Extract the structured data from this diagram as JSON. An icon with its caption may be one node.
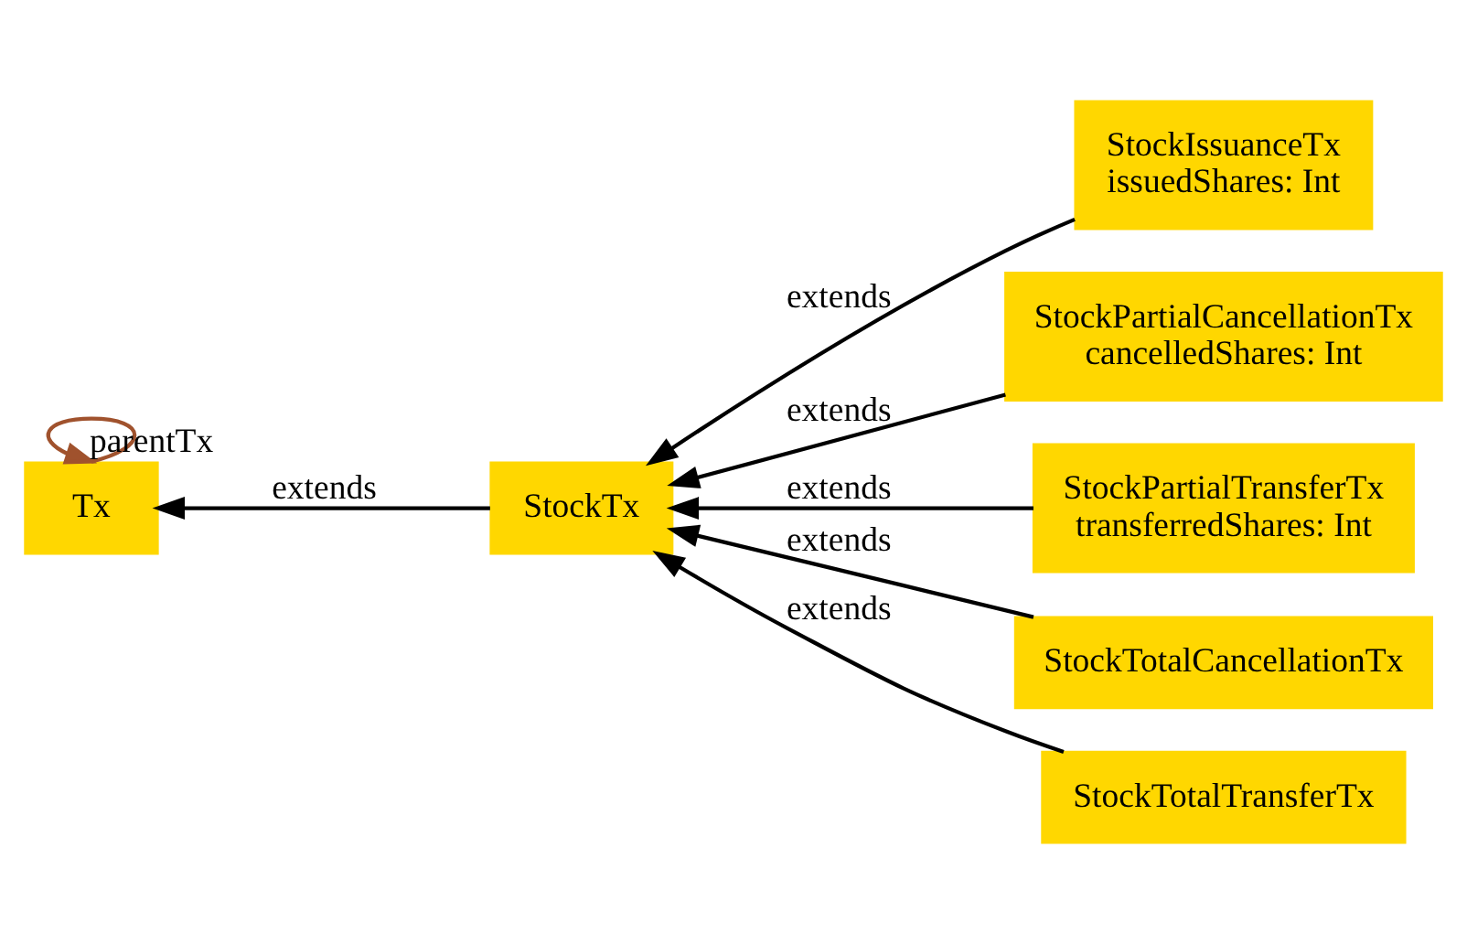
{
  "diagram": {
    "nodes": [
      {
        "text": [
          "Tx"
        ]
      },
      {
        "text": [
          "StockTx"
        ]
      },
      {
        "text": [
          "StockIssuanceTx",
          "issuedShares: Int"
        ]
      },
      {
        "text": [
          "StockPartialCancellationTx",
          "cancelledShares: Int"
        ]
      },
      {
        "text": [
          "StockPartialTransferTx",
          "transferredShares: Int"
        ]
      },
      {
        "text": [
          "StockTotalCancellationTx"
        ]
      },
      {
        "text": [
          "StockTotalTransferTx"
        ]
      }
    ],
    "edges": [
      {
        "from": 0,
        "to": 0,
        "arrow": "to",
        "label": "parentTx",
        "color": "#a0522d"
      },
      {
        "from": 1,
        "to": 0,
        "arrow": "to",
        "label": "extends"
      },
      {
        "from": 2,
        "to": 1,
        "arrow": "to",
        "label": "extends"
      },
      {
        "from": 3,
        "to": 1,
        "arrow": "to",
        "label": "extends"
      },
      {
        "from": 4,
        "to": 1,
        "arrow": "to",
        "label": "extends"
      },
      {
        "from": 5,
        "to": 1,
        "arrow": "to",
        "label": "extends"
      },
      {
        "from": 6,
        "to": 1,
        "arrow": "to",
        "label": "extends"
      }
    ]
  }
}
